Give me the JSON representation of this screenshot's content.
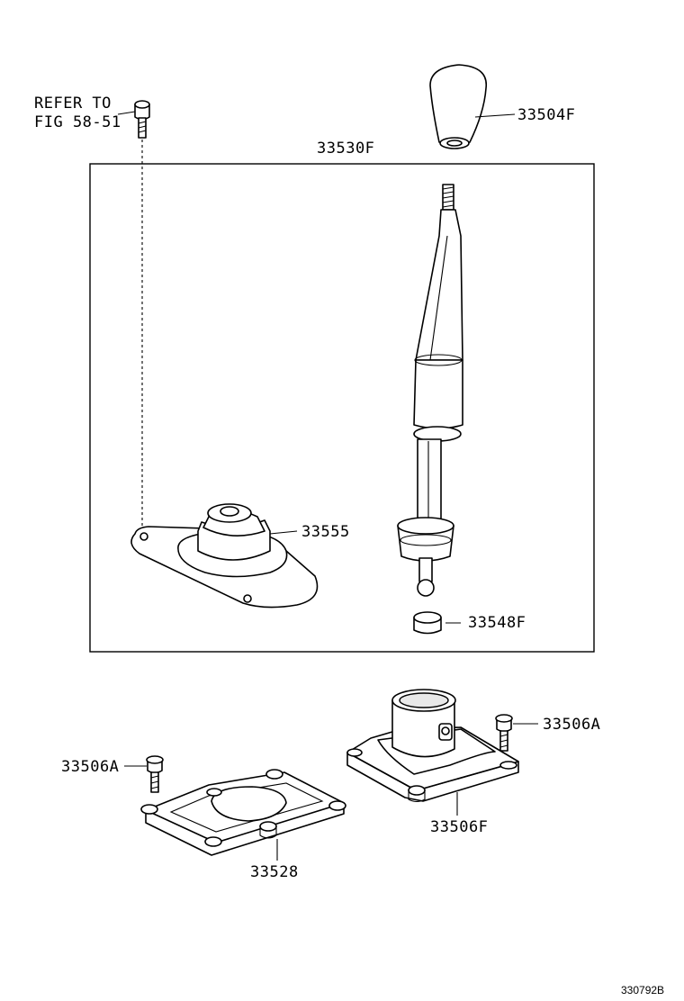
{
  "labels": {
    "refer_to_line1": "REFER TO",
    "refer_to_line2": "FIG 58-51",
    "assembly": "33530F",
    "knob": "33504F",
    "boot": "33555",
    "bushing": "33548F",
    "bolt_right": "33506A",
    "bolt_left": "33506A",
    "retainer_plate": "33528",
    "housing": "33506F",
    "figure_id": "330792B"
  }
}
